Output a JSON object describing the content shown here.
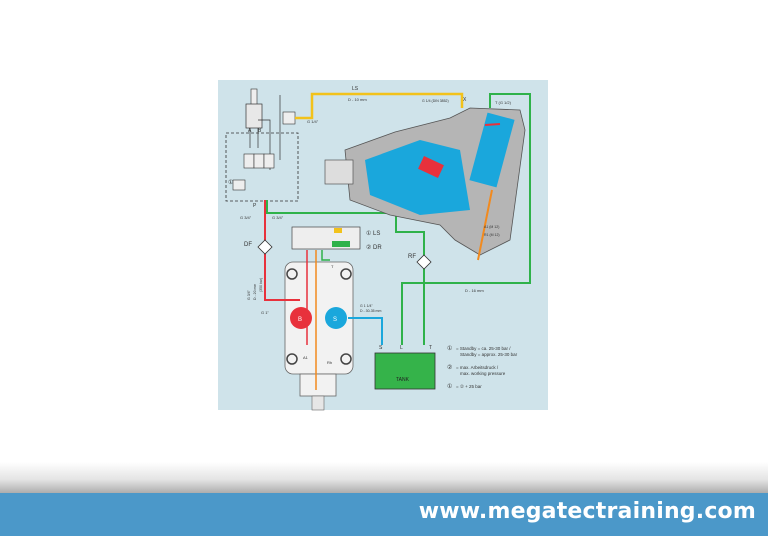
{
  "diagram": {
    "colors": {
      "background": "#cfe3ea",
      "ls_line": "#f2c21b",
      "pressure_line": "#e8313c",
      "suction_line": "#1aa7dc",
      "return_line": "#2fb24a",
      "drain_line": "#f28a1e",
      "tank": "#35b34a"
    },
    "labels": {
      "ls_line": "LS",
      "ls_diameter": "D - 10 mm",
      "ls_port": "G 1/4\"",
      "x_port": "X",
      "x_port_note": "G 1/4 (DIN 3852)",
      "t_port_note": "T (G 1/2)",
      "valve_a": "A",
      "valve_b": "B",
      "valve_p": "P",
      "valve_t": "T",
      "p_port": "G 3/4\"",
      "t_port": "G 3/4\"",
      "df_filter": "DF",
      "rf_filter": "RF",
      "control_ls": "① LS",
      "control_dr": "② DR",
      "pressure_pipe_size": "D - 20 mm",
      "pressure_pipe_thread": "G 3/4\"",
      "pressure_pipe_rating": "(350 bar)",
      "pressure_port": "G 1\"",
      "suction_port": "G 1 1/4\"",
      "suction_diameter": "D - 30-35 mm",
      "return_diameter": "D - 16 mm",
      "pump_b": "B",
      "pump_s": "S",
      "port_a1": "A1",
      "port_rh": "Rh",
      "control_t": "T",
      "pump_side_a": "A1 (M 12)",
      "pump_side_b": "R1 (M 12)",
      "tank_s": "S",
      "tank_l": "L",
      "tank_t": "T",
      "tank": "TANK"
    },
    "legend": [
      {
        "symbol": "①",
        "text": "= Standby = ca. 25-30 bar /",
        "text2": "Standby = approx. 25-30 bar"
      },
      {
        "symbol": "②",
        "text": "= max. Arbeitsdruck /",
        "text2": "max. working pressure"
      },
      {
        "symbol": "①",
        "text": "= ② + 25 bar",
        "text2": ""
      }
    ]
  },
  "footer": {
    "url": "www.megatectraining.com"
  }
}
